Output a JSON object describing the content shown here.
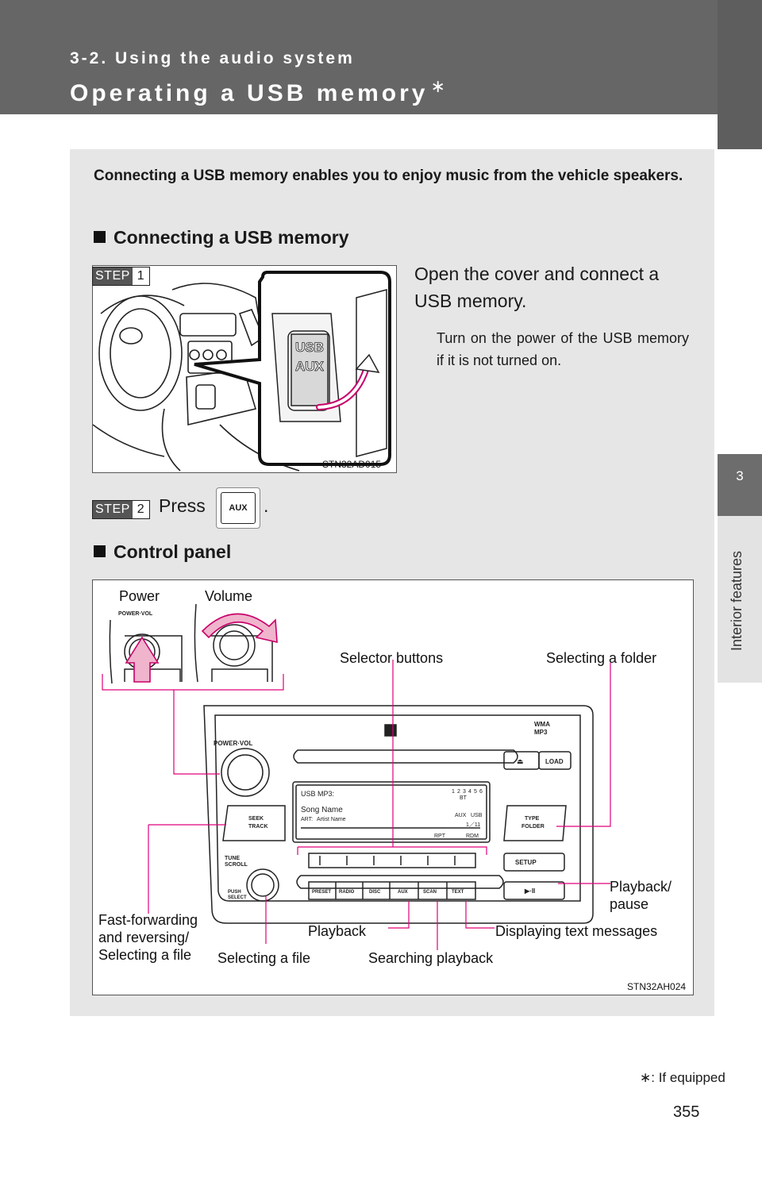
{
  "header": {
    "section": "3-2. Using the audio system",
    "title": "Operating a USB memory",
    "title_mark": "∗"
  },
  "side_tab": {
    "number": "3",
    "label": "Interior features"
  },
  "intro": "Connecting a USB memory enables you to enjoy music from the vehicle speakers.",
  "section1": {
    "heading": "Connecting a USB memory",
    "step1": {
      "badge": "STEP",
      "num": "1",
      "instruction": "Open the cover and connect a USB memory.",
      "note": "Turn on the power of the USB memory if it is not turned on.",
      "figure_code": "STN32AD015",
      "port_labels": [
        "USB",
        "AUX"
      ]
    },
    "step2": {
      "badge": "STEP",
      "num": "2",
      "press": "Press",
      "button": "AUX",
      "period": "."
    }
  },
  "section2": {
    "heading": "Control panel",
    "figure_code": "STN32AH024",
    "callouts": {
      "power": "Power",
      "volume": "Volume",
      "selector_buttons": "Selector buttons",
      "selecting_folder": "Selecting a folder",
      "playback_pause": "Playback/\npause",
      "fast_forward": "Fast-forwarding\nand reversing/\nSelecting a file",
      "playback": "Playback",
      "displaying_text": "Displaying text messages",
      "selecting_file": "Selecting a file",
      "searching_playback": "Searching playback"
    },
    "unit": {
      "power_vol": "POWER·VOL",
      "load": "LOAD",
      "eject": "⏏",
      "display_line1": "USB MP3:",
      "display_song": "Song Name",
      "display_art_label": "ART:",
      "display_artist": "Artist Name",
      "display_track": "1／11",
      "display_rpt": "RPT",
      "display_rdm": "RDM",
      "presets": [
        "1",
        "2",
        "3",
        "4",
        "5",
        "6"
      ],
      "bt": "BT",
      "aux": "AUX",
      "usb": "USB",
      "seek_track": [
        "SEEK",
        "TRACK"
      ],
      "type_folder": [
        "TYPE",
        "FOLDER"
      ],
      "tune_scroll": [
        "TUNE",
        "SCROLL"
      ],
      "push_select": [
        "PUSH",
        "SELECT"
      ],
      "setup": "SETUP",
      "play_pause": "▶·II",
      "buttons": [
        "PRESET",
        "RADIO",
        "DISC",
        "AUX",
        "SCAN",
        "TEXT"
      ],
      "wma_mp3": [
        "WMA",
        "MP3"
      ]
    }
  },
  "footnote": "∗: If equipped",
  "page_number": "355"
}
